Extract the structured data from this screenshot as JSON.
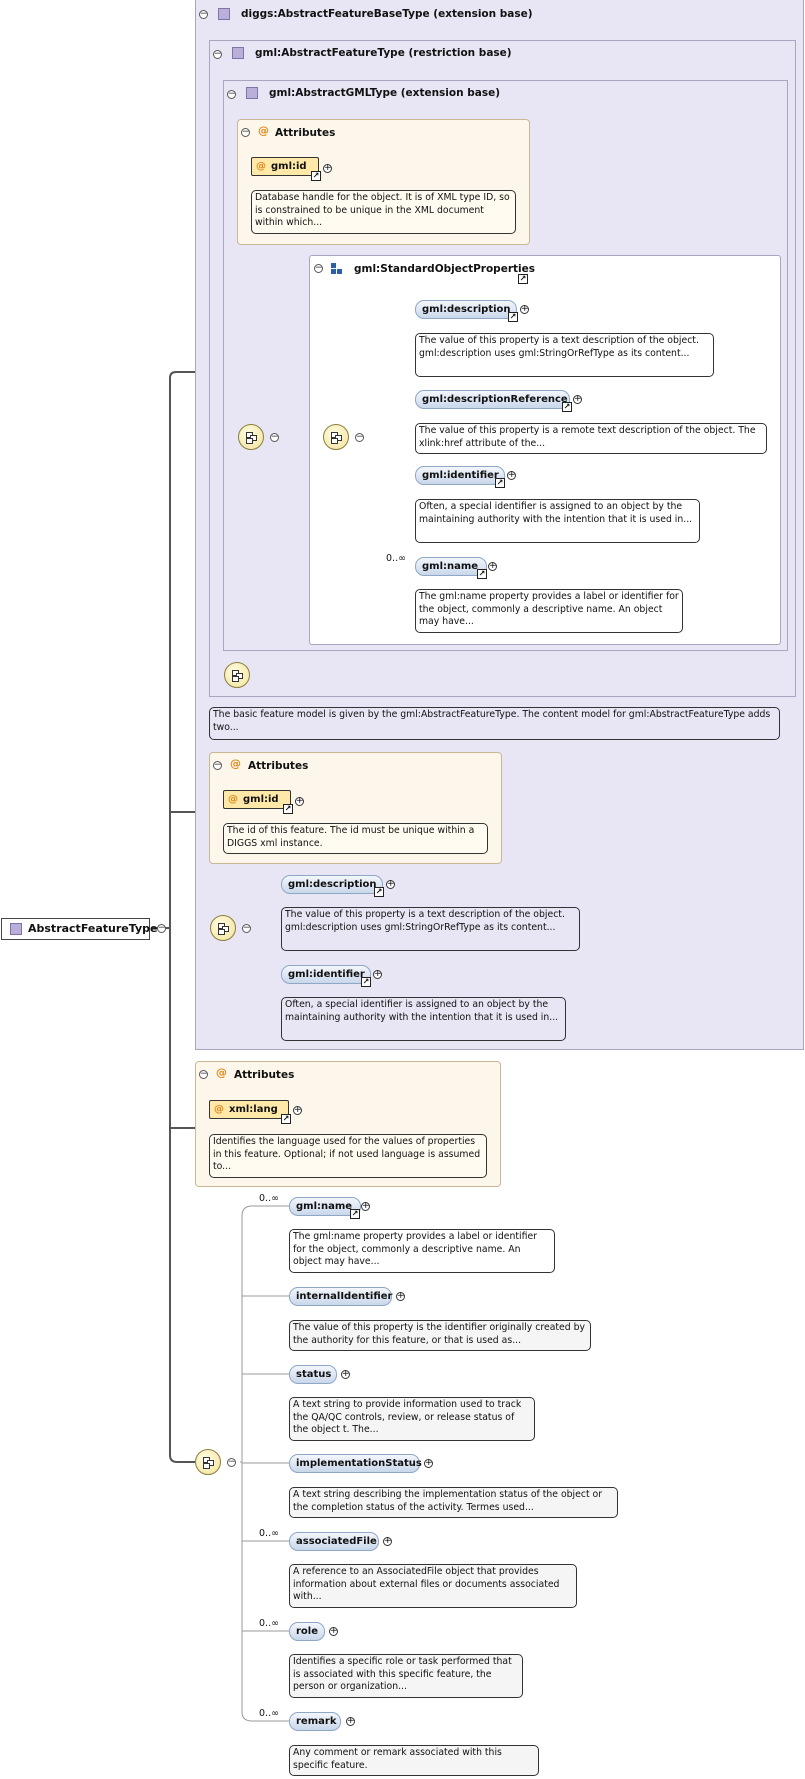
{
  "root": {
    "label": "AbstractFeatureType"
  },
  "ext_diggs": {
    "label": "diggs:AbstractFeatureBaseType (extension base)"
  },
  "ext_gmlfeature": {
    "label": "gml:AbstractFeatureType (restriction base)",
    "doc": "The basic feature model is given by the gml:AbstractFeatureType. The content model for gml:AbstractFeatureType adds two..."
  },
  "ext_gmltype": {
    "label": "gml:AbstractGMLType (extension base)"
  },
  "attrs_gml": {
    "label": "Attributes",
    "attr": "gml:id",
    "doc": "Database handle for the object. It is of XML type ID, so is constrained to be unique in the XML document within which..."
  },
  "std_props": {
    "label": "gml:StandardObjectProperties",
    "items": [
      {
        "label": "gml:description",
        "card": "",
        "doc": "The value of this property is a text description of the object. gml:description uses gml:StringOrRefType as its content..."
      },
      {
        "label": "gml:descriptionReference",
        "card": "",
        "doc": "The value of this property is a remote text description of the object. The xlink:href attribute of the..."
      },
      {
        "label": "gml:identifier",
        "card": "",
        "doc": "Often, a special identifier is assigned to an object by the maintaining authority with the intention that it is used in..."
      },
      {
        "label": "gml:name",
        "card": "0..∞",
        "doc": "The gml:name property provides a label or identifier for the object, commonly a descriptive name. An object may have..."
      }
    ]
  },
  "attrs_base": {
    "label": "Attributes",
    "attr": "gml:id",
    "doc": "The id of this feature. The id must be unique within a DIGGS xml instance."
  },
  "base_seq": {
    "items": [
      {
        "label": "gml:description",
        "doc": "The value of this property is a text description of the object. gml:description uses gml:StringOrRefType as its content..."
      },
      {
        "label": "gml:identifier",
        "doc": "Often, a special identifier is assigned to an object by the maintaining authority with the intention that it is used in..."
      }
    ]
  },
  "attrs_lang": {
    "label": "Attributes",
    "attr": "xml:lang",
    "doc": "Identifies the language used for the values of properties in this feature. Optional; if not used language is assumed to..."
  },
  "main_seq": {
    "items": [
      {
        "label": "gml:name",
        "card": "0..∞",
        "doc": "The gml:name property provides a label or identifier for the object, commonly a descriptive name. An object may have..."
      },
      {
        "label": "internalIdentifier",
        "card": "",
        "doc": "The value of this property is the identifier originally created by the authority for this feature, or that is used as..."
      },
      {
        "label": "status",
        "card": "",
        "doc": "A text string to provide information used to track the QA/QC controls, review, or release status of the object t. The..."
      },
      {
        "label": "implementationStatus",
        "card": "",
        "doc": "A text string describing the implementation status of the object or the completion status of the activity. Termes used..."
      },
      {
        "label": "associatedFile",
        "card": "0..∞",
        "doc": "A reference to an AssociatedFile object that provides information about external files or documents associated with..."
      },
      {
        "label": "role",
        "card": "0..∞",
        "doc": "Identifies a specific role or task performed that is associated with this specific feature, the person or organization..."
      },
      {
        "label": "remark",
        "card": "0..∞",
        "doc": "Any comment or remark associated with this specific feature."
      }
    ]
  },
  "icons": {
    "toggle": "collapse-icon",
    "attribute": "attribute-icon",
    "sequence": "sequence-compositor-icon",
    "link": "reference-arrow-icon",
    "expand": "expand-plus-icon",
    "group": "group-icon"
  },
  "colors": {
    "extension_bg": "#e8e6f4",
    "attributes_bg": "#fdf6ea",
    "element_fill": "#c9d7ea",
    "attribute_fill": "#ffe8a8",
    "sequence_fill": "#f2e39a"
  }
}
